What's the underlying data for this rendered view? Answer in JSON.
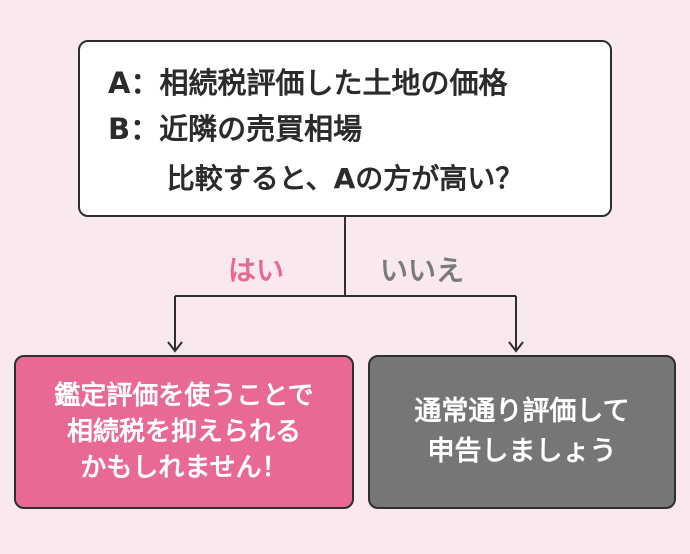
{
  "question": {
    "line_a": "A：相続税評価した土地の価格",
    "line_b": "B：近隣の売買相場",
    "prompt": "比較すると、Aの方が高い？"
  },
  "branches": {
    "yes_label": "はい",
    "no_label": "いいえ"
  },
  "yes_result": {
    "lines": [
      "鑑定評価を使うことで",
      "相続税を抑えられる",
      "かもしれません！"
    ]
  },
  "no_result": {
    "lines": [
      "通常通り評価して",
      "申告しましょう"
    ]
  },
  "colors": {
    "background": "#f9e8ee",
    "yes_accent": "#e86a93",
    "no_accent": "#767676",
    "line": "#2e2e2e"
  }
}
